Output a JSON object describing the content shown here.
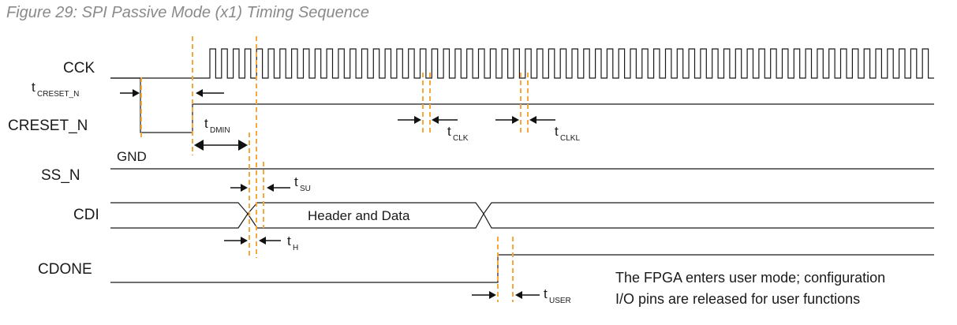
{
  "figure_title": "Figure 29: SPI Passive Mode (x1) Timing Sequence",
  "signals": {
    "cck": "CCK",
    "creset_n": "CRESET_N",
    "ss_n": "SS_N",
    "cdi": "CDI",
    "cdone": "CDONE"
  },
  "ss_n_level": "GND",
  "cdi_bus_label": "Header and Data",
  "timing": {
    "creset_n": {
      "t": "t",
      "sub": "CRESET_N"
    },
    "dmin": {
      "t": "t",
      "sub": "DMIN"
    },
    "su": {
      "t": "t",
      "sub": "SU"
    },
    "h": {
      "t": "t",
      "sub": "H"
    },
    "clk": {
      "t": "t",
      "sub": "CLK"
    },
    "clkl": {
      "t": "t",
      "sub": "CLKL"
    },
    "user": {
      "t": "t",
      "sub": "USER"
    }
  },
  "note": {
    "line1": "The FPGA enters user mode; configuration",
    "line2": "I/O pins are released for user functions"
  },
  "colors": {
    "guide": "#f4a93c",
    "wave": "#1a1a1a",
    "title": "#8a8a8a"
  },
  "cck_pulse_count": 62
}
